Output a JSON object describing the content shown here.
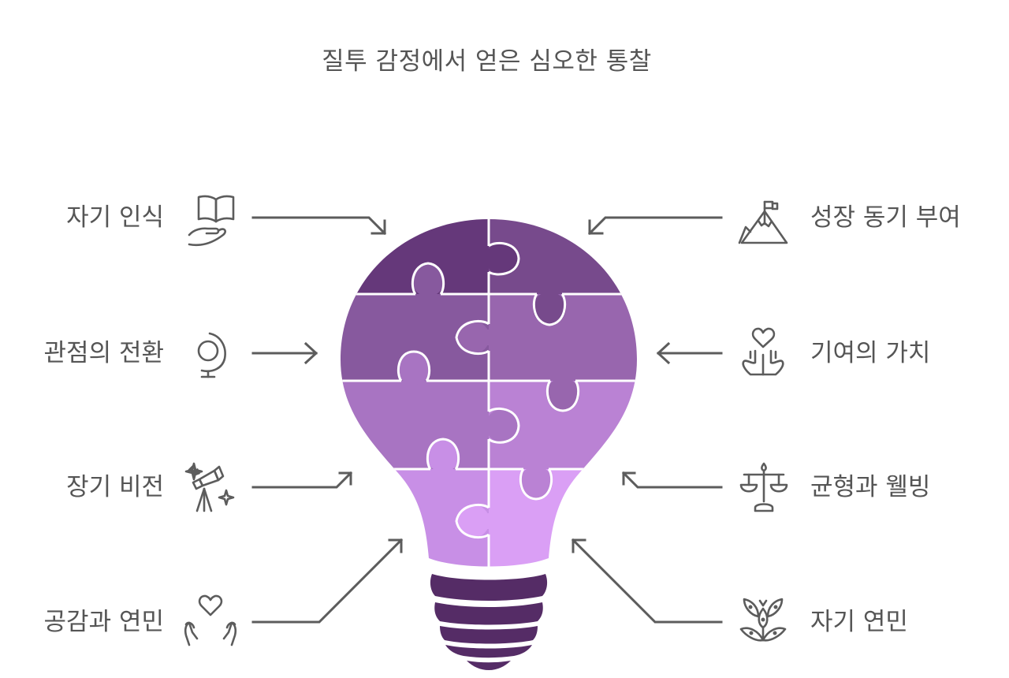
{
  "title": "질투 감정에서 얻은 심오한 통찰",
  "colors": {
    "text": "#555555",
    "arrow": "#5c5c5c",
    "piece_1": "#65387a",
    "piece_2": "#774a8c",
    "piece_3": "#87599e",
    "piece_4": "#9866ae",
    "piece_5": "#a874c2",
    "piece_6": "#ba82d4",
    "piece_7": "#c88fe6",
    "piece_8": "#da9ff5",
    "base": "#552c66"
  },
  "left_items": [
    {
      "label": "자기 인식",
      "icon": "open-book-hand-icon"
    },
    {
      "label": "관점의 전환",
      "icon": "globe-icon"
    },
    {
      "label": "장기 비전",
      "icon": "telescope-icon"
    },
    {
      "label": "공감과 연민",
      "icon": "heart-hands-icon"
    }
  ],
  "right_items": [
    {
      "label": "성장 동기 부여",
      "icon": "mountain-flag-icon"
    },
    {
      "label": "기여의 가치",
      "icon": "hands-heart-icon"
    },
    {
      "label": "균형과 웰빙",
      "icon": "balance-scale-icon"
    },
    {
      "label": "자기 연민",
      "icon": "plant-leaves-icon"
    }
  ]
}
